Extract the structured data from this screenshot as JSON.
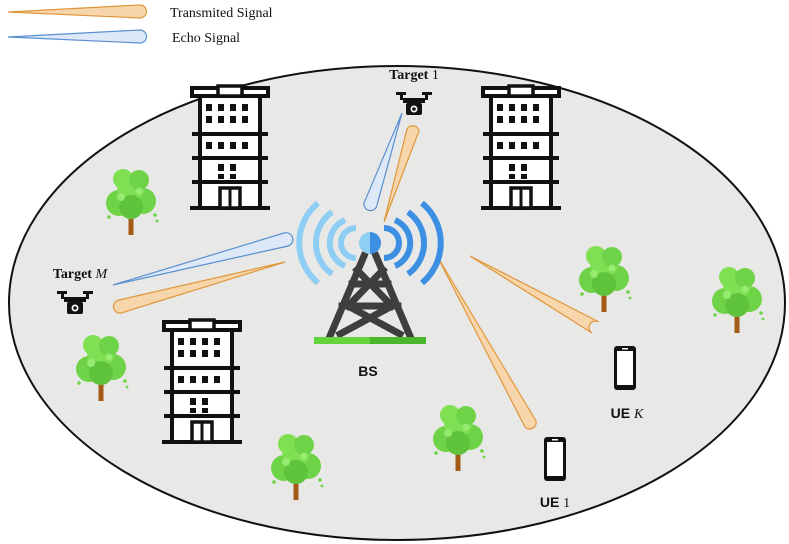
{
  "legend": {
    "transmitted_label": "Transmited Signal",
    "echo_label": "Echo Signal"
  },
  "labels": {
    "target_1": "Target ",
    "target_1_index": "1",
    "target_m": "Target ",
    "target_m_index": "M",
    "bs": "BS",
    "ue_1": "UE ",
    "ue_1_index": "1",
    "ue_k": "UE ",
    "ue_k_index": "K"
  },
  "colors": {
    "transmitted_fill": "#f8d6ac",
    "transmitted_stroke": "#e0963a",
    "echo_fill": "#dde9f8",
    "echo_stroke": "#5a8fd0",
    "area_fill": "#e8e8e6",
    "tree_green": "#6fd348",
    "tree_trunk": "#a35a16",
    "wave_light": "#8ecdf4",
    "wave_dark": "#3c8fe2",
    "tower": "#3e3e3e",
    "base_green": "#63d43d"
  },
  "icons": {
    "drone": "drone-icon",
    "building": "building-icon",
    "tree": "tree-icon",
    "phone": "smartphone-icon",
    "tower": "cell-tower-icon"
  }
}
